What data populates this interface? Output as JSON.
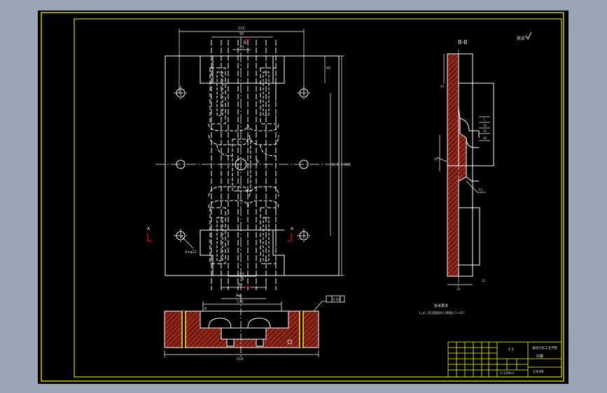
{
  "drawing": {
    "section_title": "B-B",
    "roughness_note": "其余",
    "tech_req_title": "技术要求",
    "tech_req_text": "1.μ0 ,未注圆角R1,倒角0.5×45°",
    "main_view": {
      "section_a_left": "A",
      "section_a_right": "A",
      "section_b_top": "B",
      "section_b_mid": "B",
      "section_b_bottom": "B",
      "dim_overall_width": "216",
      "dim_inner_width": "90",
      "dim_slot_width": "20",
      "dim_height": "320",
      "dim_half_height": "110",
      "dim_top_offset": "40",
      "dim_bottom_width": "80",
      "dim_bottom_slot": "44",
      "hole_note": "4×φ12"
    },
    "section_view": {
      "title": "A-A",
      "dim_overall": "216",
      "dim_top": "172",
      "dim_mid": "92",
      "dim_offset": "8",
      "flatness_tol": "0.02"
    },
    "side_section": {
      "dim_depth": "40",
      "dim_base": "18",
      "dim_step": "22",
      "dim_r": "R3",
      "dim_a": "7",
      "dim_b": "16",
      "dim_c": "16",
      "dim_d": "48",
      "dim_e": "15"
    }
  },
  "title_block": {
    "school": "湖北汽车工业学院",
    "drawing_name": "凹模",
    "scale": "1:1",
    "material": "Cr12MoV",
    "drawing_no": "CX-05"
  },
  "colors": {
    "background": "#000000",
    "frame": "#ffff00",
    "lines": "#ffffff",
    "hatch": "#c0392b",
    "window": "#9aa6b6",
    "center_marks": "#ff0000"
  }
}
